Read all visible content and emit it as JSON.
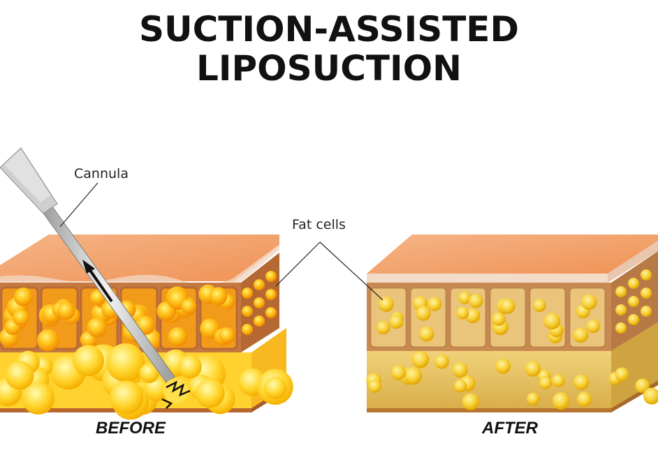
{
  "title": {
    "line1": "SUCTION-ASSISTED",
    "line2": "LIPOSUCTION"
  },
  "labels": {
    "cannula": "Cannula",
    "fat_cells": "Fat cells"
  },
  "captions": {
    "before": "BEFORE",
    "after": "AFTER"
  },
  "colors": {
    "skin_top": "#f3a46c",
    "skin_edge": "#e78a4e",
    "cell_wall": "#c77a4a",
    "fat_bright": "#ffb300",
    "fat_light": "#ffd84a",
    "fat_after": "#f2c14a",
    "tissue_after": "#e8c266",
    "cannula": "#cfcfcf"
  }
}
